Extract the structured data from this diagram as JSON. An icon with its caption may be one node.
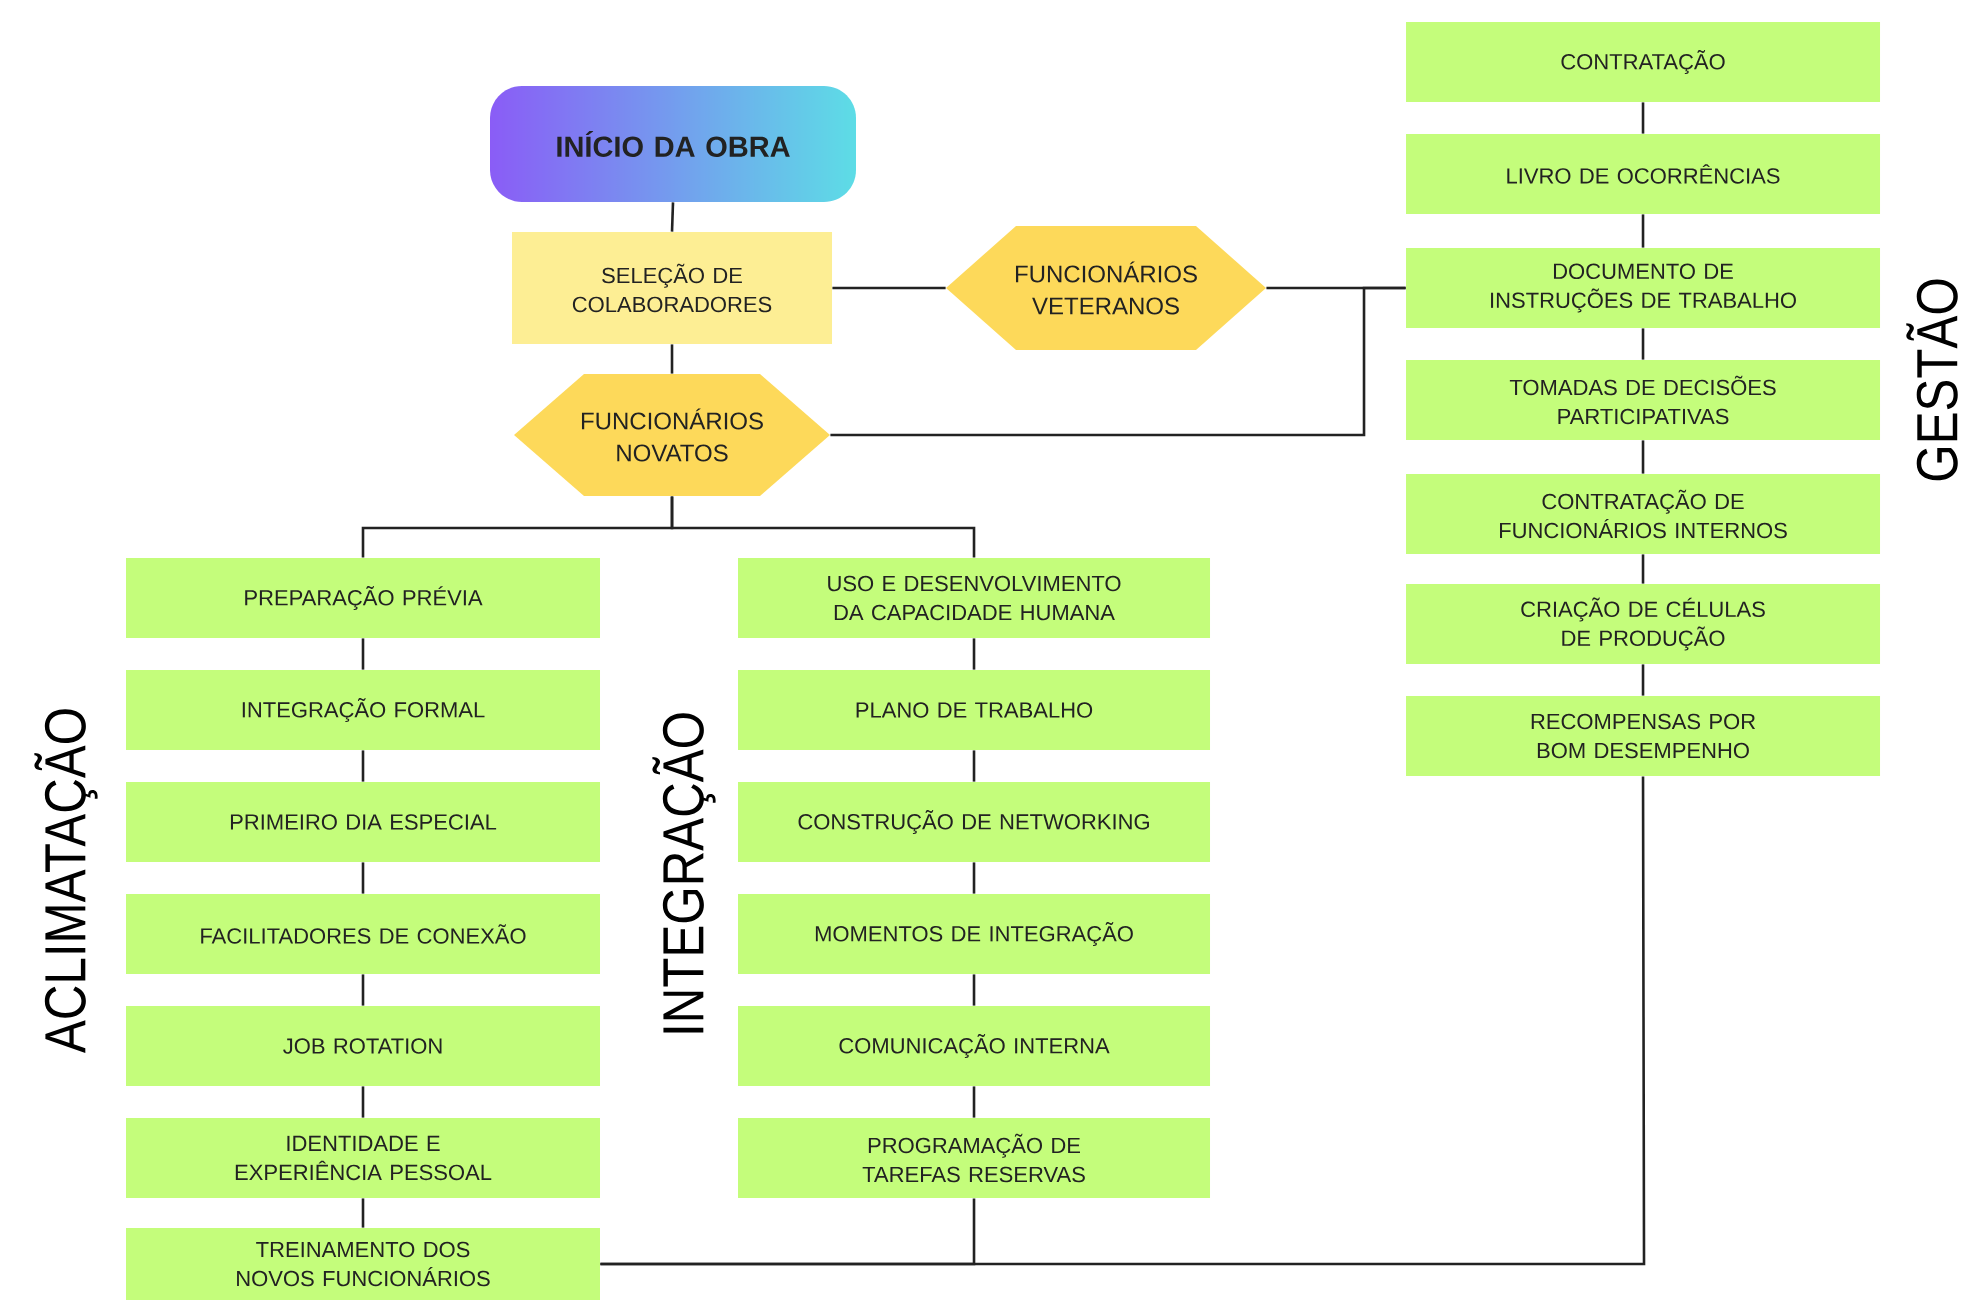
{
  "diagram": {
    "nodes": [
      {
        "text": [
          "INÍCIO DA OBRA"
        ]
      },
      {
        "text": [
          "SELEÇÃO DE COLABORADORES"
        ]
      },
      {
        "text": [
          "FUNCIONÁRIOS VETERANOS"
        ]
      },
      {
        "text": [
          "FUNCIONÁRIOS NOVATOS"
        ]
      },
      {
        "text": [
          "CONTRATAÇÃO"
        ]
      },
      {
        "text": [
          "LIVRO DE OCORRÊNCIAS"
        ]
      },
      {
        "text": [
          "DOCUMENTO DE INSTRUÇÕES DE TRABALHO"
        ]
      },
      {
        "text": [
          "TOMADAS DE DECISÕES PARTICIPATIVAS"
        ]
      },
      {
        "text": [
          "CONTRATAÇÃO DE FUNCIONÁRIOS INTERNOS"
        ]
      },
      {
        "text": [
          "CRIAÇÃO DE CÉLULAS DE PRODUÇÃO"
        ]
      },
      {
        "text": [
          "RECOMPENSAS POR BOM DESEMPENHO"
        ]
      },
      {
        "text": [
          "PREPARAÇÃO PRÉVIA"
        ]
      },
      {
        "text": [
          "INTEGRAÇÃO FORMAL"
        ]
      },
      {
        "text": [
          "PRIMEIRO DIA ESPECIAL"
        ]
      },
      {
        "text": [
          "FACILITADORES DE CONEXÃO"
        ]
      },
      {
        "text": [
          "JOB ROTATION"
        ]
      },
      {
        "text": [
          "IDENTIDADE E EXPERIÊNCIA PESSOAL"
        ]
      },
      {
        "text": [
          "TREINAMENTO DOS NOVOS FUNCIONÁRIOS"
        ]
      },
      {
        "text": [
          "USO E DESENVOLVIMENTO DA CAPACIDADE HUMANA"
        ]
      },
      {
        "text": [
          "PLANO DE TRABALHO"
        ]
      },
      {
        "text": [
          "CONSTRUÇÃO DE NETWORKING"
        ]
      },
      {
        "text": [
          "MOMENTOS DE INTEGRAÇÃO"
        ]
      },
      {
        "text": [
          "COMUNICAÇÃO INTERNA"
        ]
      },
      {
        "text": [
          "PROGRAMAÇÃO DE TAREFAS RESERVAS"
        ]
      }
    ],
    "edges": [
      {
        "from": 0,
        "to": 1,
        "arrow": "none"
      },
      {
        "from": 1,
        "to": 2,
        "arrow": "none"
      },
      {
        "from": 1,
        "to": 3,
        "arrow": "none"
      },
      {
        "from": 2,
        "to": 6,
        "arrow": "none"
      },
      {
        "from": 3,
        "to": 6,
        "arrow": "none"
      },
      {
        "from": 3,
        "to": 11,
        "arrow": "none"
      },
      {
        "from": 3,
        "to": 18,
        "arrow": "none"
      },
      {
        "from": 4,
        "to": 5,
        "arrow": "none"
      },
      {
        "from": 5,
        "to": 6,
        "arrow": "none"
      },
      {
        "from": 6,
        "to": 7,
        "arrow": "none"
      },
      {
        "from": 7,
        "to": 8,
        "arrow": "none"
      },
      {
        "from": 8,
        "to": 9,
        "arrow": "none"
      },
      {
        "from": 9,
        "to": 10,
        "arrow": "none"
      },
      {
        "from": 11,
        "to": 12,
        "arrow": "none"
      },
      {
        "from": 12,
        "to": 13,
        "arrow": "none"
      },
      {
        "from": 13,
        "to": 14,
        "arrow": "none"
      },
      {
        "from": 14,
        "to": 15,
        "arrow": "none"
      },
      {
        "from": 15,
        "to": 16,
        "arrow": "none"
      },
      {
        "from": 16,
        "to": 17,
        "arrow": "none"
      },
      {
        "from": 18,
        "to": 19,
        "arrow": "none"
      },
      {
        "from": 19,
        "to": 20,
        "arrow": "none"
      },
      {
        "from": 20,
        "to": 21,
        "arrow": "none"
      },
      {
        "from": 21,
        "to": 22,
        "arrow": "none"
      },
      {
        "from": 22,
        "to": 23,
        "arrow": "none"
      },
      {
        "from": 17,
        "to": 10,
        "arrow": "none"
      },
      {
        "from": 23,
        "to": 17,
        "arrow": "none"
      }
    ],
    "labels": [
      "ACLIMATAÇÃO",
      "INTEGRAÇÃO",
      "GESTÃO"
    ]
  }
}
